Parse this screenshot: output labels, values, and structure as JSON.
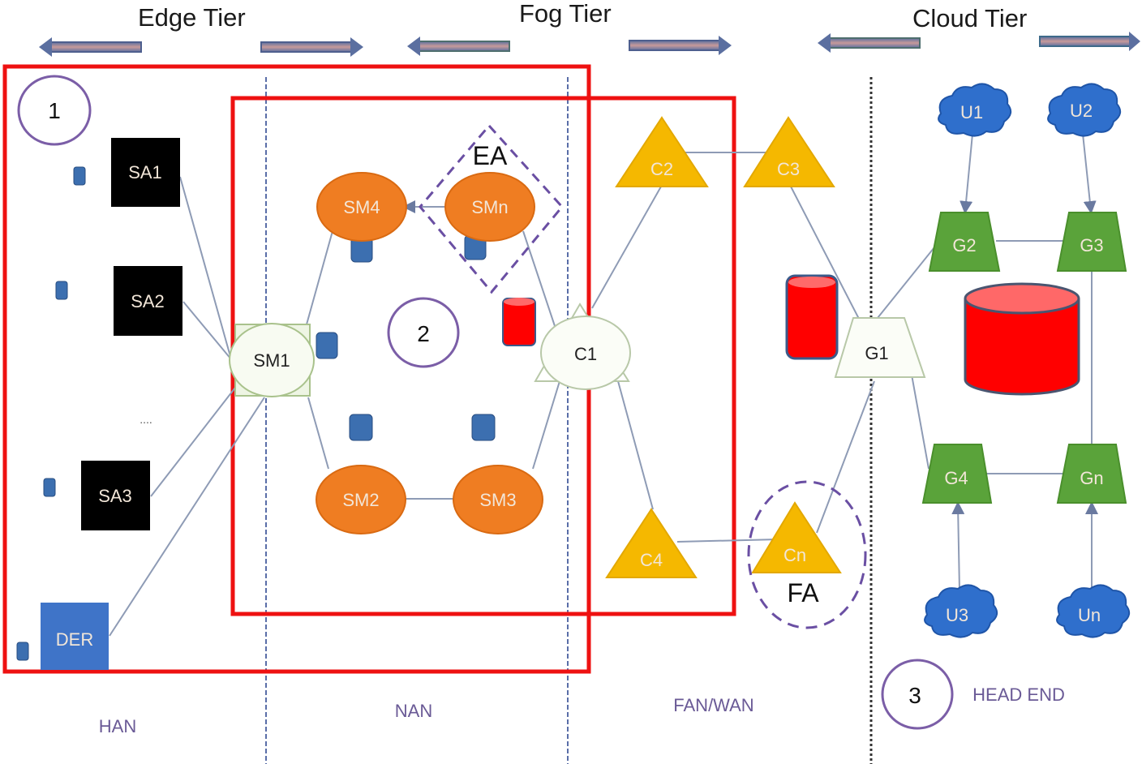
{
  "tiers": [
    {
      "title": "Edge Tier"
    },
    {
      "title": "Fog Tier"
    },
    {
      "title": "Cloud Tier"
    }
  ],
  "zones": [
    {
      "label": "HAN"
    },
    {
      "label": "NAN"
    },
    {
      "label": "FAN/WAN"
    },
    {
      "label": "HEAD END"
    }
  ],
  "markers": [
    {
      "number": "1"
    },
    {
      "number": "2"
    },
    {
      "number": "3"
    }
  ],
  "groups": {
    "edge_aggregator": "EA",
    "fog_aggregator": "FA"
  },
  "devices": {
    "appliances": [
      {
        "label": "SA1"
      },
      {
        "label": "SA2"
      },
      {
        "label": "SA3"
      }
    ],
    "appliance_ellipsis": "....",
    "der": {
      "label": "DER"
    }
  },
  "smart_meters": [
    {
      "label": "SM1"
    },
    {
      "label": "SM2"
    },
    {
      "label": "SM3"
    },
    {
      "label": "SM4"
    },
    {
      "label": "SMn"
    }
  ],
  "concentrators": [
    {
      "label": "C1"
    },
    {
      "label": "C2"
    },
    {
      "label": "C3"
    },
    {
      "label": "C4"
    },
    {
      "label": "Cn"
    }
  ],
  "gateways": [
    {
      "label": "G1"
    },
    {
      "label": "G2"
    },
    {
      "label": "G3"
    },
    {
      "label": "G4"
    },
    {
      "label": "Gn"
    }
  ],
  "utilities": [
    {
      "label": "U1"
    },
    {
      "label": "U2"
    },
    {
      "label": "U3"
    },
    {
      "label": "Un"
    }
  ],
  "colors": {
    "boundary_red": "#ee1111",
    "smart_meter_orange": "#ef7d22",
    "concentrator_yellow": "#f5b800",
    "gateway_green": "#5aa33a",
    "utility_blue": "#2f6fcc",
    "appliance_black": "#000000",
    "der_blue": "#3f74c8",
    "storage_red": "#ff0000",
    "marker_purple": "#7b5ea7"
  }
}
